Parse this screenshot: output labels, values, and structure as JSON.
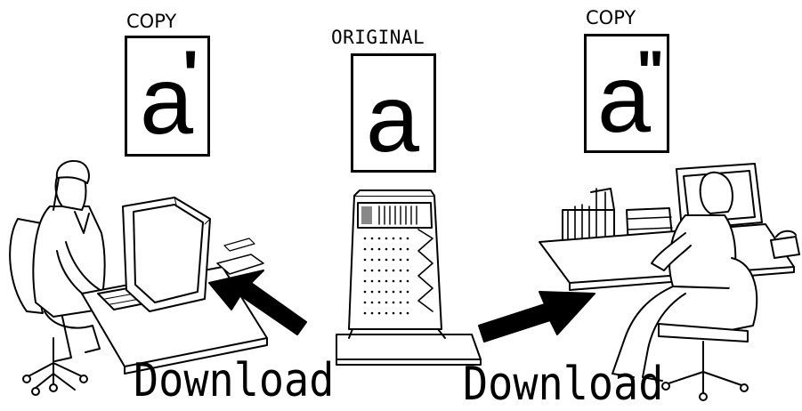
{
  "documents": {
    "left_copy": {
      "caption": "COPY",
      "letter": "a",
      "mark": "'"
    },
    "original": {
      "caption": "ORIGINAL",
      "letter": "a",
      "mark": ""
    },
    "right_copy": {
      "caption": "COPY",
      "letter": "a",
      "mark": "\""
    }
  },
  "arrows": {
    "left": {
      "label": "Download"
    },
    "right": {
      "label": "Download"
    }
  },
  "icons": [
    "woman-at-computer-icon",
    "server-tower-icon",
    "man-at-desk-icon",
    "arrow-icon"
  ]
}
